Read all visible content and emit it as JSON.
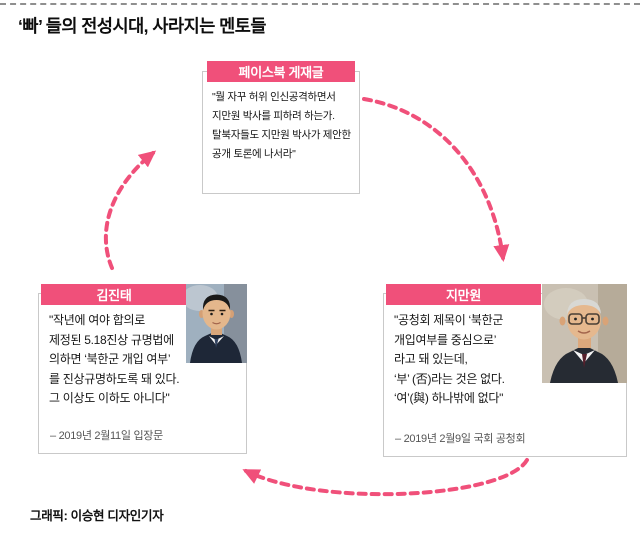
{
  "title": "‘빠’ 들의 전성시대, 사라지는 멘토들",
  "credit": "그래픽: 이승현 디자인기자",
  "colors": {
    "accent_pink": "#f0507a",
    "card_border": "#c9c9c9"
  },
  "cards": {
    "facebook": {
      "header": "페이스북 게재글",
      "quote": "\"뭘 자꾸 허위 인신공격하면서\n지만원 박사를 피하려 하는가.\n탈북자들도 지만원 박사가 제안한\n공개 토론에 나서라\""
    },
    "kim_jin_tae": {
      "header": "김진태",
      "quote": "\"작년에 여야 합의로\n제정된 5.18진상 규명법에\n의하면 ‘북한군 개입 여부’\n를 진상규명하도록 돼 있다.\n그 이상도 이하도 아니다\"",
      "source": "– 2019년 2월11일 입장문",
      "photo": "kim-jin-tae-portrait"
    },
    "ji_man_won": {
      "header": "지만원",
      "quote": "\"공청회 제목이 ‘북한군\n개입여부를 중심으로’\n라고 돼 있는데,\n‘부’ (否)라는 것은 없다.\n‘여’(與) 하나밖에 없다\"",
      "source": "– 2019년 2월9일 국회 공청회",
      "photo": "ji-man-won-portrait"
    }
  },
  "cycle_edges": [
    {
      "from": "kim_jin_tae",
      "to": "facebook"
    },
    {
      "from": "facebook",
      "to": "ji_man_won"
    },
    {
      "from": "ji_man_won",
      "to": "kim_jin_tae"
    }
  ]
}
